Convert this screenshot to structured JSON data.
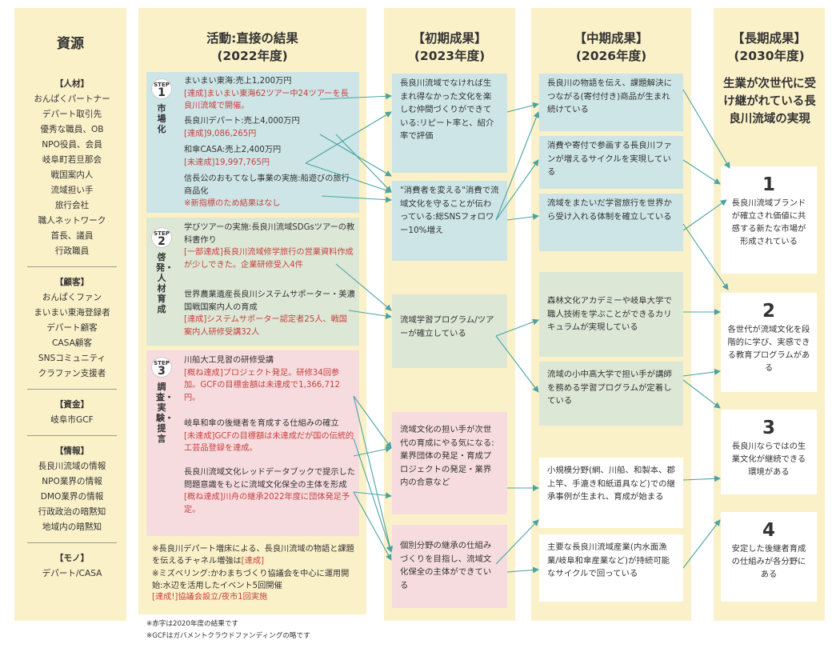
{
  "resources": {
    "title": "資源",
    "groups": [
      {
        "label": "【人材】",
        "items": [
          "おんぱくパートナー",
          "デパート取引先",
          "優秀な職員、OB",
          "NPO役員、会員",
          "岐阜町若旦那会",
          "戦国案内人",
          "流域担い手",
          "旅行会社",
          "職人ネットワーク",
          "首長、議員",
          "行政職員"
        ]
      },
      {
        "label": "【顧客】",
        "items": [
          "おんぱくファン",
          "まいまい東海登録者",
          "デパート顧客",
          "CASA顧客",
          "SNSコミュニティ",
          "クラファン支援者"
        ]
      },
      {
        "label": "【資金】",
        "items": [
          "岐阜市GCF"
        ]
      },
      {
        "label": "【情報】",
        "items": [
          "長良川流域の情報",
          "NPO業界の情報",
          "DMO業界の情報",
          "行政政治の暗黙知",
          "地域内の暗黙知"
        ]
      },
      {
        "label": "【モノ】",
        "items": [
          "デパート/CASA"
        ]
      }
    ]
  },
  "activities": {
    "title1": "活動:直接の結果",
    "title2": "(2022年度)",
    "steps": [
      {
        "badge": "STEP",
        "num": "1",
        "label": "市場化"
      },
      {
        "badge": "STEP",
        "num": "2",
        "label": "啓発・人材育成"
      },
      {
        "badge": "STEP",
        "num": "3",
        "label": "調査・実験・提言"
      }
    ],
    "items": [
      {
        "main": "まいまい東海:売上1,200万円",
        "red": "[達成]まいまい東海62ツアー中24ツアーを長良川流域で開催。"
      },
      {
        "main": "長良川デパート:売上4,000万円",
        "red": "[達成]9,086,265円"
      },
      {
        "main": "和傘CASA:売上2,400万円",
        "red": "[未達成]19,997,765円"
      },
      {
        "main": "信長公のおもてなし事業の実施:船遊びの旅行商品化",
        "red": "※新指標のため結果はなし"
      },
      {
        "main": "学びツアーの実施:長良川流域SDGsツアーの教科書作り",
        "red": "[一部達成]長良川流域修学旅行の営業資料作成が少しできた。企業研修受入4件"
      },
      {
        "main": "世界農業遺産長良川システムサポーター・美濃国戦国案内人の育成",
        "red": "[達成]システムサポーター認定者25人、戦国案内人研修受講32人"
      },
      {
        "main": "川船大工見習の研修受講",
        "red": "[概ね達成]プロジェクト発足。研修34回参加。GCFの目標金額は未達成で1,366,712円。"
      },
      {
        "main": "岐阜和傘の後継者を育成する仕組みの確立",
        "red": "[未達成]GCFの目標額は未達成だが国の伝統的工芸品登録を達成。"
      },
      {
        "main": "長良川流域文化レッドデータブックで提示した問題意識をもとに流域文化保全の主体を形成",
        "red": "[概ね達成]川舟の継承2022年度に団体発足予定。"
      }
    ],
    "notes": [
      {
        "main": "※長良川デパート増床による、長良川流域の物語と課題を伝えるチャネル増強は",
        "red": "[達成]"
      },
      {
        "main": "※ミズベリング:かわまちづくり協議会を中心に運用開始:水辺を活用したイベント5回開催",
        "red": "[達成!]協議会設立/夜市1回実施"
      }
    ]
  },
  "initial": {
    "title1": "【初期成果】",
    "title2": "(2023年度)",
    "boxes": [
      "長良川流域でなければ生まれ得なかった文化を楽しむ仲間づくりができている:リピート率と、紹介率で評価",
      "\"消費者を変える\"消費で流域文化を守ることが伝わっている:総SNSフォロワー10%増え",
      "流域学習プログラム/ツアーが確立している",
      "流域文化の担い手が次世代の育成にやる気になる:業界団体の発足・育成プロジェクトの発足・業界内の合意など",
      "個別分野の継承の仕組みづくりを目指し、流域文化保全の主体ができている"
    ]
  },
  "mid": {
    "title1": "【中期成果】",
    "title2": "(2026年度)",
    "boxes": [
      "長良川の物語を伝え、課題解決につながる(寄付付き)商品が生まれ続けている",
      "消費や寄付で参画する長良川ファンが増えるサイクルを実現している",
      "流域をまたいだ学習旅行を世界から受け入れる体制を確立している",
      "森林文化アカデミーや岐阜大学で職人技術を学ぶことができるカリキュラムが実現している",
      "流域の小中高大学で担い手が講師を務める学習プログラムが定着している",
      "小規模分野(網、川船、和製本、郡上竿、手漉き和紙道具など)での継承事例が生まれ、育成が始まる",
      "主要な長良川流域産業(内水面漁業/岐阜和傘産業など)が持続可能なサイクルで回っている"
    ]
  },
  "long": {
    "title1": "【長期成果】",
    "title2": "(2030年度)",
    "goal": "生業が次世代に受け継がれている長良川流域の実現",
    "items": [
      {
        "num": "1",
        "text": "長良川流域ブランドが確立され価値に共感する新たな市場が形成されている"
      },
      {
        "num": "2",
        "text": "各世代が流域文化を段階的に学び、実感できる教育プログラムがある"
      },
      {
        "num": "3",
        "text": "長良川ならではの生業文化が継続できる環境がある"
      },
      {
        "num": "4",
        "text": "安定した後継者育成の仕組みが各分野にある"
      }
    ]
  },
  "footnotes": [
    "※赤字は2020年度の結果です",
    "※GCFはガバメントクラウドファンディングの略です"
  ],
  "colors": {
    "column_bg": "#fbf1c9",
    "teal": "#cde5e6",
    "green": "#dce7d6",
    "pink": "#f7dcdf",
    "arrow": "#4aa3a6",
    "red_text": "#c5423f"
  }
}
